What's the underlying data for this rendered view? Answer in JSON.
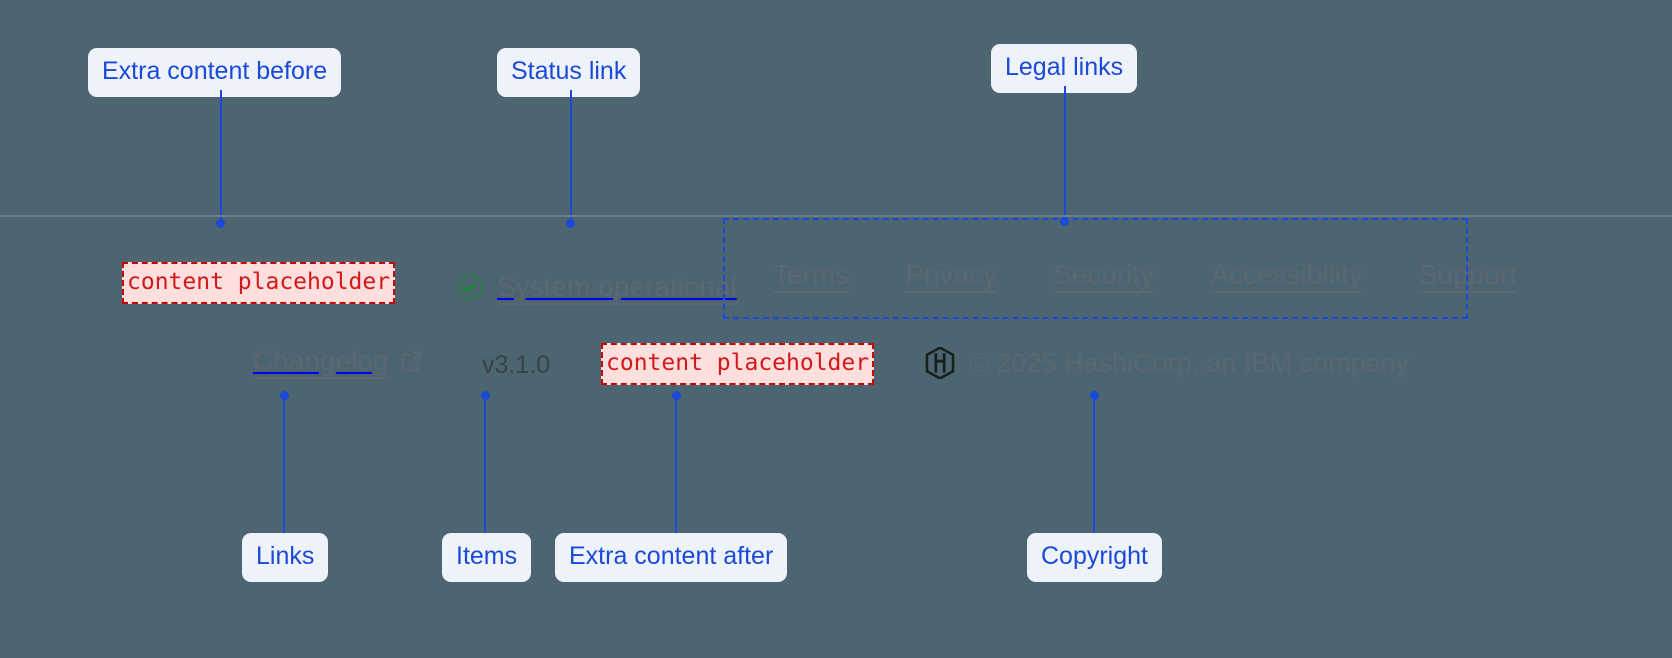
{
  "annotations": {
    "extra_content_before": "Extra content before",
    "status_link": "Status link",
    "legal_links": "Legal links",
    "links": "Links",
    "items": "Items",
    "extra_content_after": "Extra content after",
    "copyright": "Copyright"
  },
  "footer": {
    "extra_before_placeholder": "content placeholder",
    "extra_after_placeholder": "content placeholder",
    "status": {
      "icon": "check-circle-icon",
      "label": "System operational"
    },
    "legal_links": [
      {
        "label": "Terms"
      },
      {
        "label": "Privacy"
      },
      {
        "label": "Security"
      },
      {
        "label": "Accessibility"
      },
      {
        "label": "Support"
      }
    ],
    "changelog": {
      "label": "Changelog",
      "icon": "external-link-icon"
    },
    "version": "v3.1.0",
    "copyright": {
      "logo": "hashicorp-logo",
      "text": "© 2025 HashiCorp, an IBM company"
    }
  },
  "colors": {
    "background": "#4c6570",
    "annotation_accent": "#1b49d8",
    "annotation_chip_bg": "#eef2fb",
    "placeholder_text": "#d21919",
    "placeholder_bg": "#ffdede",
    "placeholder_border": "#cc0000",
    "muted_text": "#5c6774",
    "status_icon": "#1a8a2e",
    "divider": "#6b7c8a"
  }
}
